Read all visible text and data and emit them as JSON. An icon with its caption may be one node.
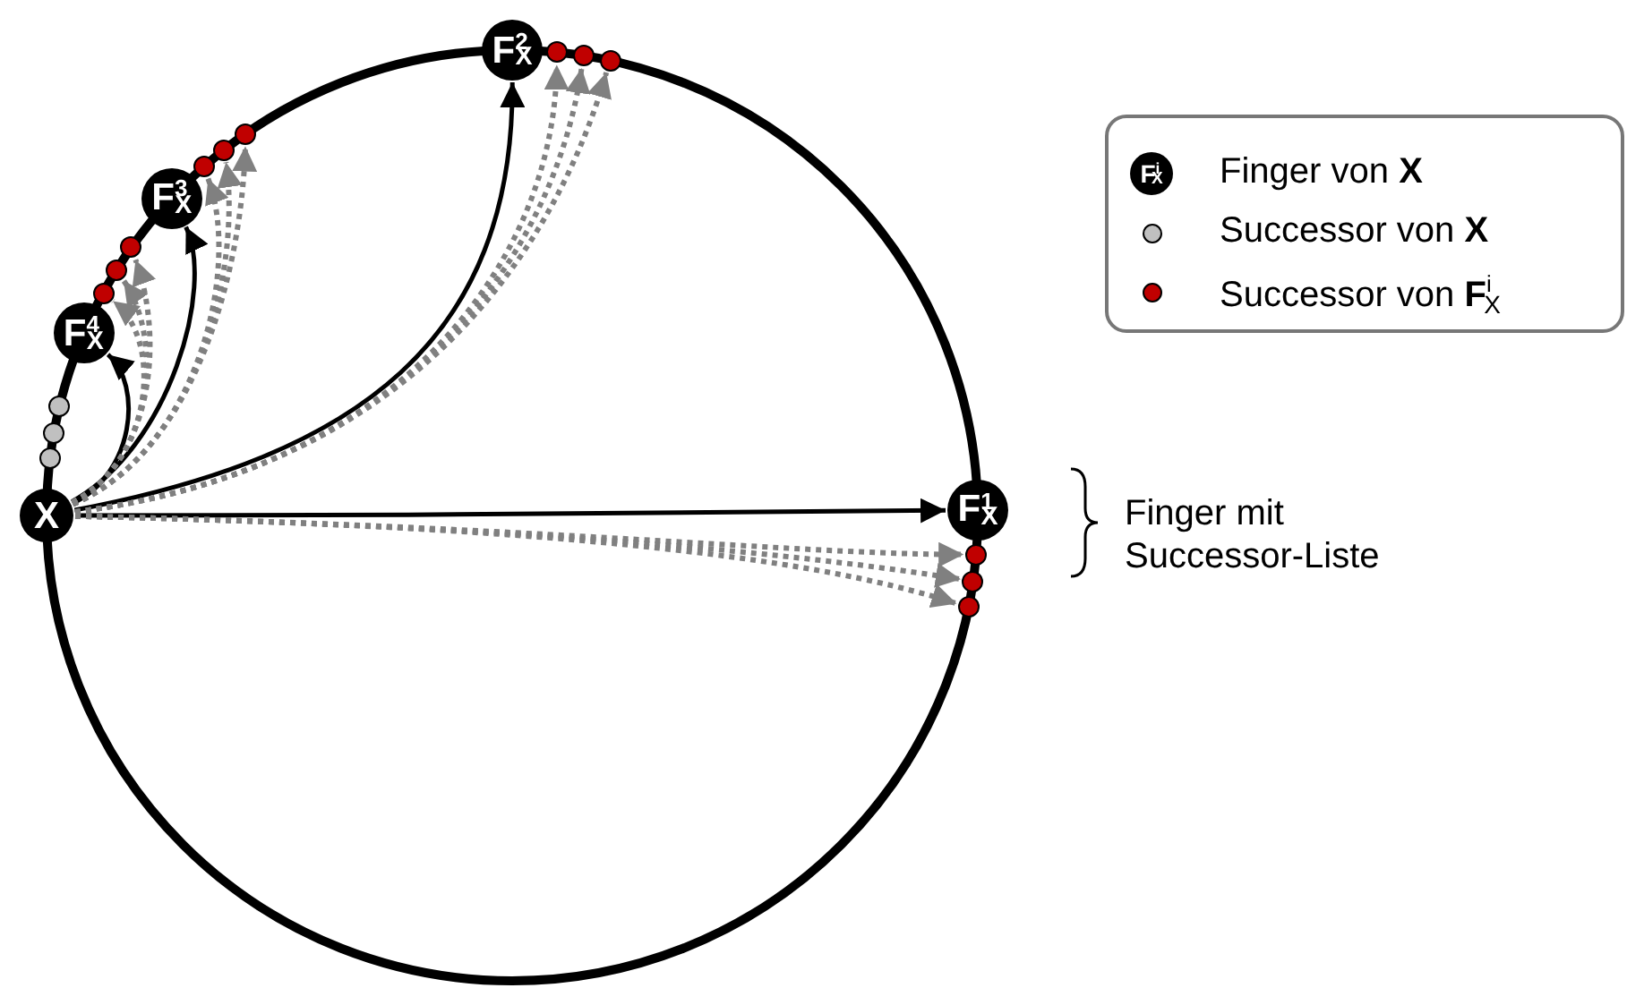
{
  "diagram": {
    "nodes": [
      {
        "text": [
          "X"
        ]
      },
      {
        "text": [
          "F$^{1}$$_{X}$"
        ]
      },
      {
        "text": [
          "F$^{2}$$_{X}$"
        ]
      },
      {
        "text": [
          "F$^{3}$$_{X}$"
        ]
      },
      {
        "text": [
          "F$^{4}$$_{X}$"
        ]
      },
      {
        "text": [],
        "shape": "circle"
      },
      {
        "text": [],
        "shape": "circle"
      },
      {
        "text": [],
        "shape": "circle"
      },
      {
        "text": [],
        "shape": "circle"
      },
      {
        "text": [],
        "shape": "circle"
      },
      {
        "text": [],
        "shape": "circle"
      },
      {
        "text": [],
        "shape": "circle"
      },
      {
        "text": [],
        "shape": "circle"
      },
      {
        "text": [],
        "shape": "circle"
      },
      {
        "text": [],
        "shape": "circle"
      },
      {
        "text": [],
        "shape": "circle"
      },
      {
        "text": [],
        "shape": "circle"
      },
      {
        "text": [],
        "shape": "circle"
      },
      {
        "text": [],
        "shape": "circle"
      },
      {
        "text": [],
        "shape": "circle"
      }
    ],
    "edges": [
      {
        "from": 0,
        "to": 1,
        "arrow": "to",
        "color": "#000000"
      },
      {
        "from": 0,
        "to": 2,
        "arrow": "to",
        "color": "#000000"
      },
      {
        "from": 0,
        "to": 3,
        "arrow": "to",
        "color": "#000000"
      },
      {
        "from": 0,
        "to": 4,
        "arrow": "to",
        "color": "#000000"
      },
      {
        "from": 0,
        "to": 8,
        "arrow": "to",
        "style": "dashed",
        "color": "#808080"
      },
      {
        "from": 0,
        "to": 9,
        "arrow": "to",
        "style": "dashed",
        "color": "#808080"
      },
      {
        "from": 0,
        "to": 10,
        "arrow": "to",
        "style": "dashed",
        "color": "#808080"
      },
      {
        "from": 0,
        "to": 11,
        "arrow": "to",
        "style": "dashed",
        "color": "#808080"
      },
      {
        "from": 0,
        "to": 12,
        "arrow": "to",
        "style": "dashed",
        "color": "#808080"
      },
      {
        "from": 0,
        "to": 13,
        "arrow": "to",
        "style": "dashed",
        "color": "#808080"
      },
      {
        "from": 0,
        "to": 14,
        "arrow": "to",
        "style": "dashed",
        "color": "#808080"
      },
      {
        "from": 0,
        "to": 15,
        "arrow": "to",
        "style": "dashed",
        "color": "#808080"
      },
      {
        "from": 0,
        "to": 16,
        "arrow": "to",
        "style": "dashed",
        "color": "#808080"
      },
      {
        "from": 0,
        "to": 17,
        "arrow": "to",
        "style": "dashed",
        "color": "#808080"
      },
      {
        "from": 0,
        "to": 18,
        "arrow": "to",
        "style": "dashed",
        "color": "#808080"
      },
      {
        "from": 0,
        "to": 19,
        "arrow": "to",
        "style": "dashed",
        "color": "#808080"
      }
    ],
    "labels": [
      "F$^{i}$$_{X}$",
      "Finger mit Successor-Liste"
    ],
    "legend": [
      {
        "text": "Finger von **X**"
      },
      {
        "text": "Successor von **X**"
      },
      {
        "text": "Successor von **F**$^{i}$$_{X}$"
      }
    ]
  }
}
